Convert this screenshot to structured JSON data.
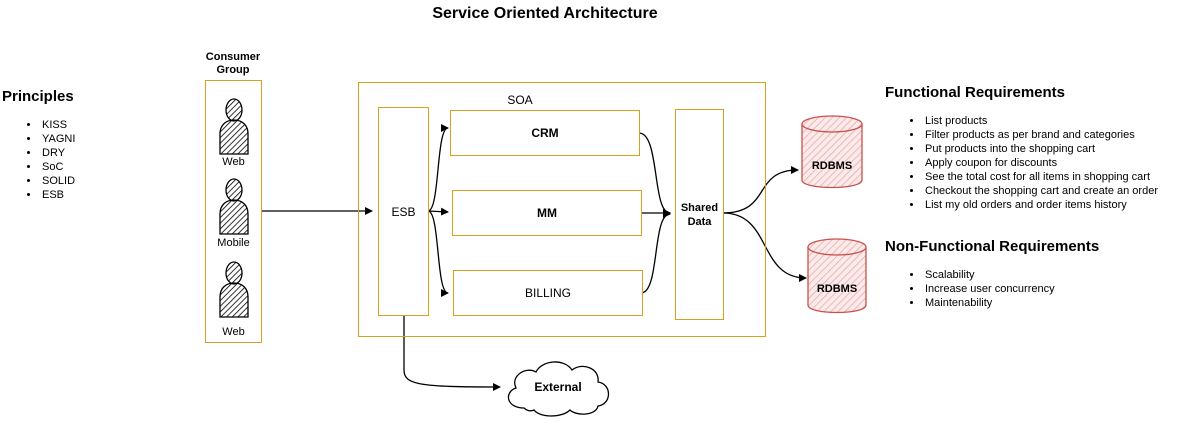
{
  "colors": {
    "box_border": "#d6a21e",
    "db_stroke": "#c9504b",
    "db_fill": "#f6dada",
    "arrow": "#000000"
  },
  "title": "Service Oriented Architecture",
  "principles": {
    "heading": "Principles",
    "items": [
      "KISS",
      "YAGNI",
      "DRY",
      "SoC",
      "SOLID",
      "ESB"
    ]
  },
  "consumer_group": {
    "label": "Consumer Group",
    "users": [
      {
        "label": "Web",
        "icon": "user-icon"
      },
      {
        "label": "Mobile",
        "icon": "user-icon"
      },
      {
        "label": "Web",
        "icon": "user-icon"
      }
    ]
  },
  "soa": {
    "label": "SOA",
    "esb": "ESB",
    "services": [
      "CRM",
      "MM",
      "BILLING"
    ],
    "shared_data": "Shared Data"
  },
  "databases": [
    "RDBMS",
    "RDBMS"
  ],
  "external": "External",
  "functional": {
    "heading": "Functional Requirements",
    "items": [
      "List products",
      "Filter products as per brand and categories",
      "Put products into the shopping cart",
      "Apply coupon for discounts",
      "See the total cost for all items in shopping cart",
      "Checkout the shopping cart and create an order",
      "List my old orders and order items history"
    ]
  },
  "non_functional": {
    "heading": "Non-Functional Requirements",
    "items": [
      "Scalability",
      "Increase user concurrency",
      "Maintenability"
    ]
  }
}
